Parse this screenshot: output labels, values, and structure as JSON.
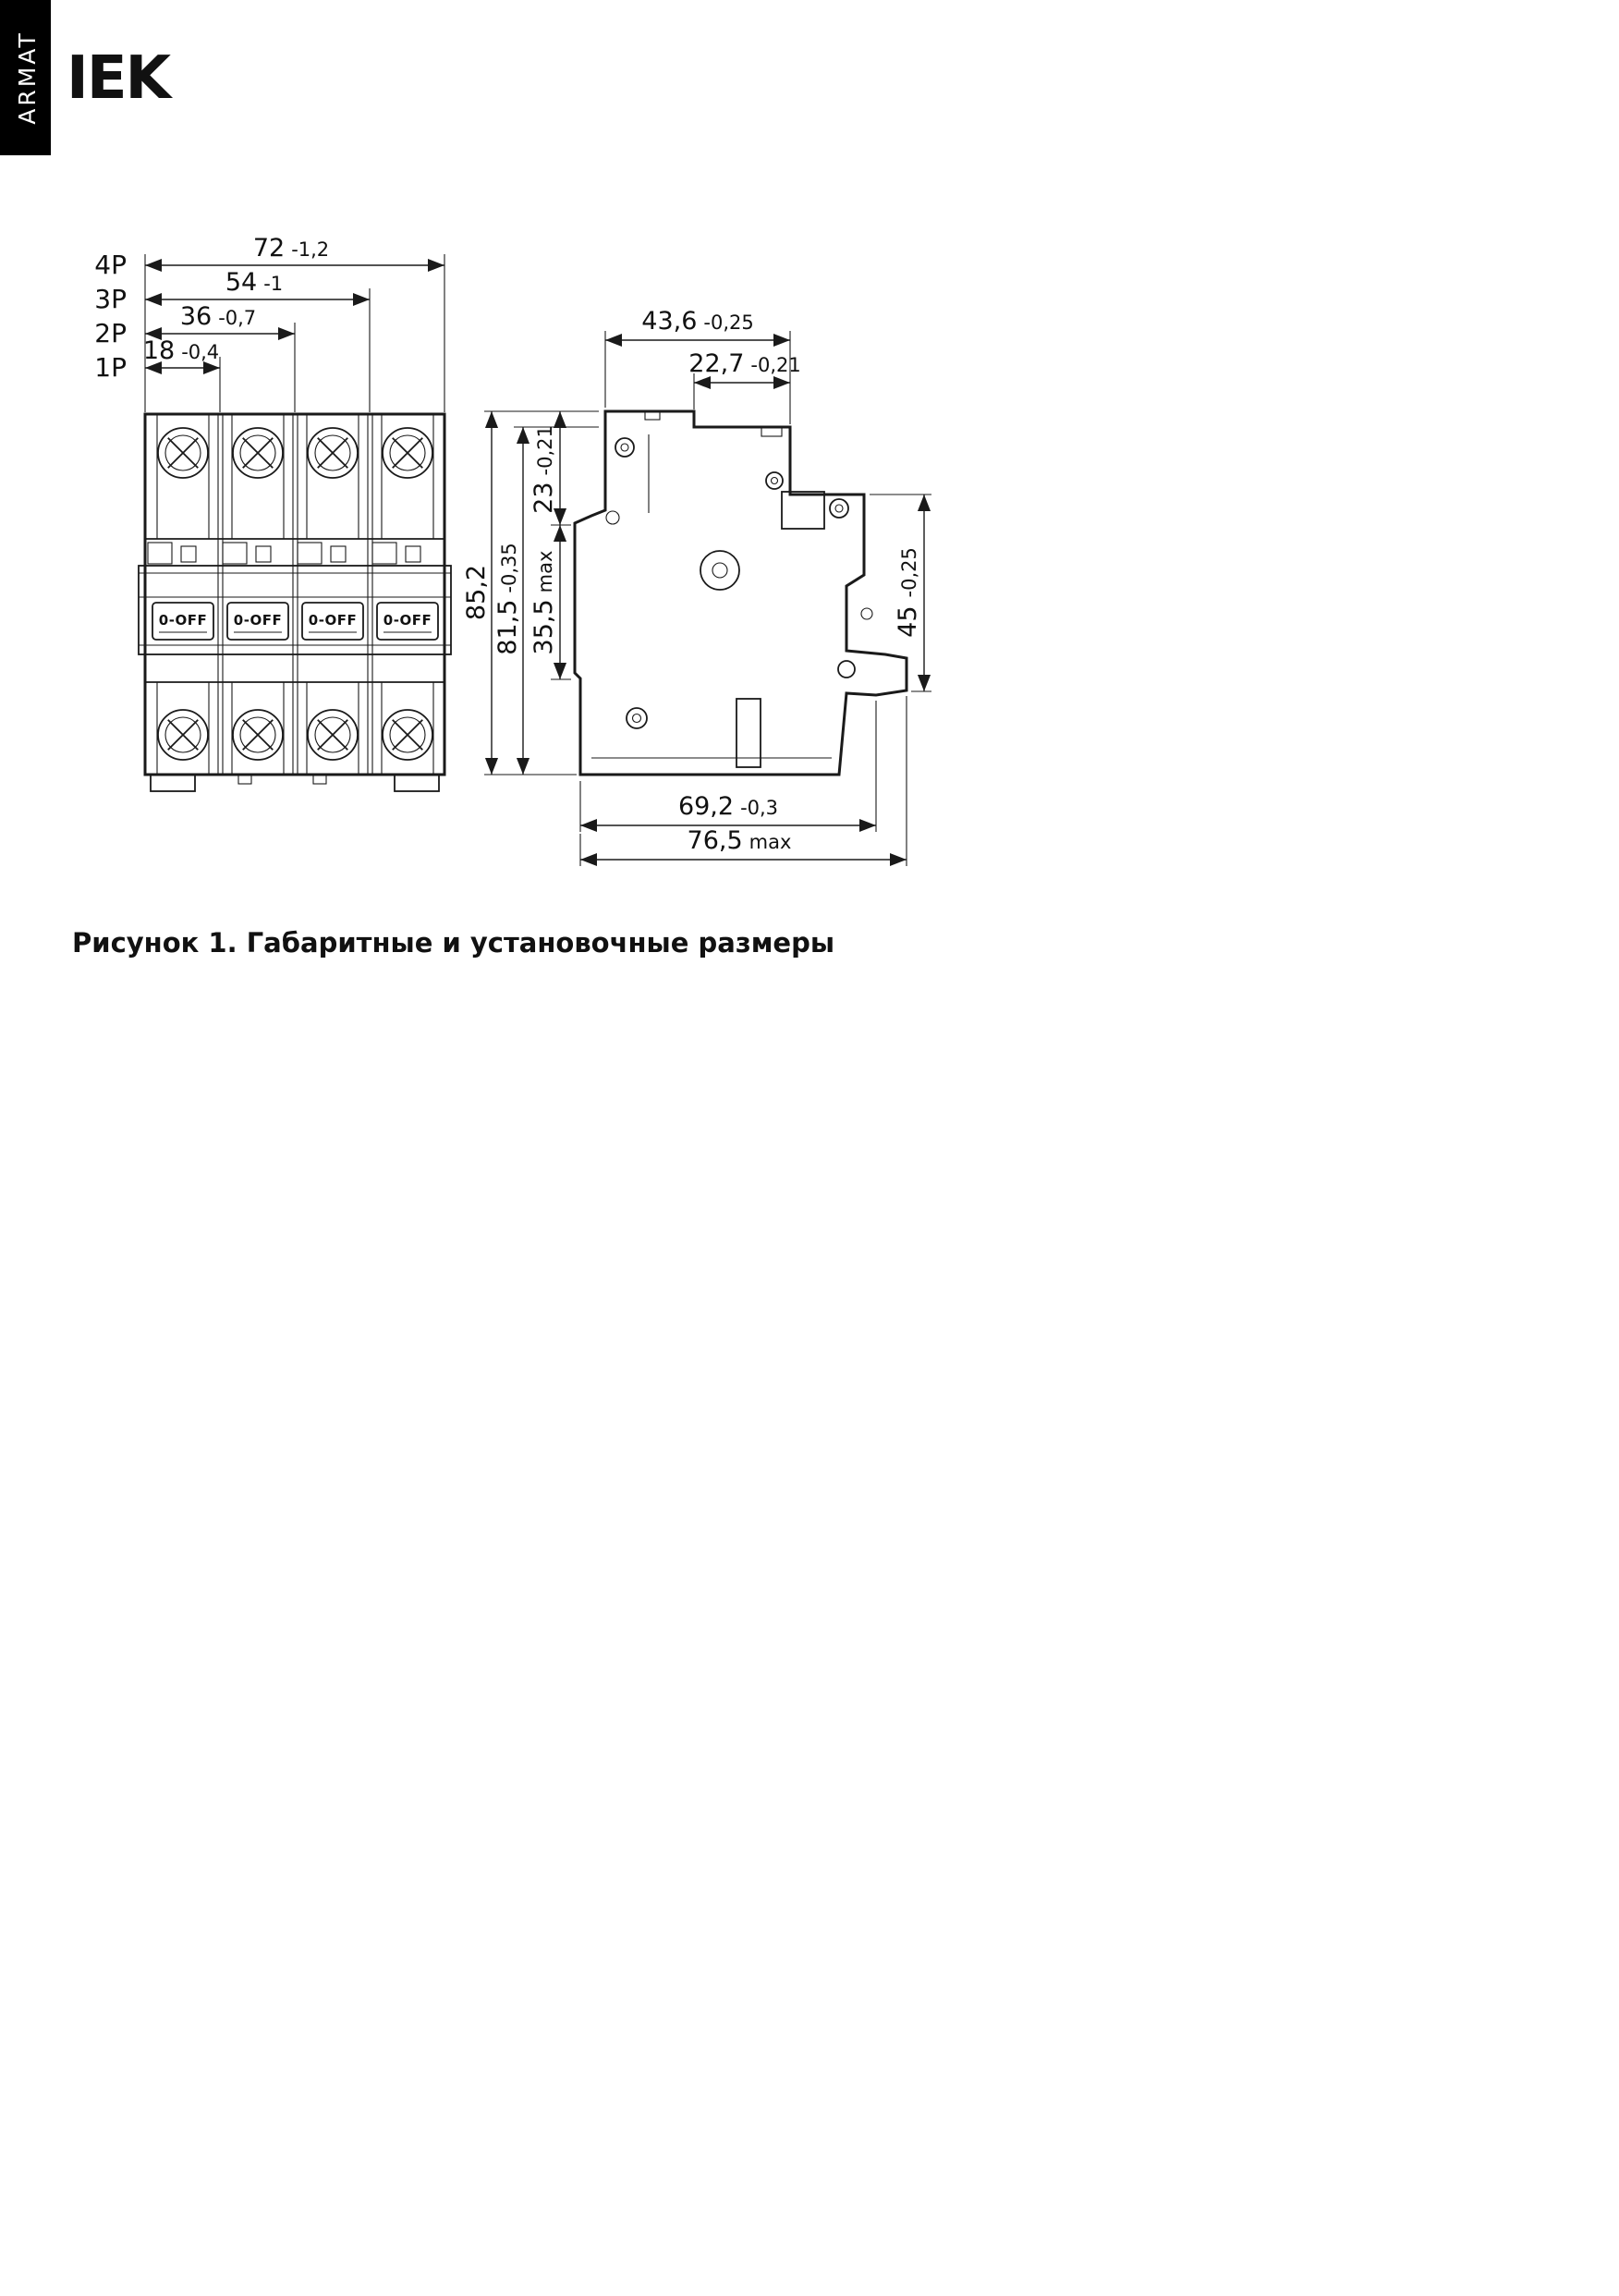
{
  "brand": {
    "sidebar": "ARMAT",
    "logo": "IEK"
  },
  "caption": "Рисунок 1. Габаритные и установочные размеры",
  "front_view": {
    "pole_labels": [
      "4P",
      "3P",
      "2P",
      "1P"
    ],
    "dim_4p": {
      "value": "72",
      "tol": "-1,2"
    },
    "dim_3p": {
      "value": "54",
      "tol": "-1"
    },
    "dim_2p": {
      "value": "36",
      "tol": "-0,7"
    },
    "dim_1p": {
      "value": "18",
      "tol": "-0,4"
    },
    "toggle_label": "0-OFF"
  },
  "side_view": {
    "dim_top_width": {
      "value": "43,6",
      "tol": "-0,25"
    },
    "dim_top_front": {
      "value": "22,7",
      "tol": "-0,21"
    },
    "dim_height_total": {
      "value": "85,2",
      "tol": ""
    },
    "dim_height_body": {
      "value": "81,5",
      "tol": "-0,35"
    },
    "dim_front_top": {
      "value": "23",
      "tol": "-0,21"
    },
    "dim_front_max": {
      "value": "35,5",
      "tol": "max"
    },
    "dim_rail_height": {
      "value": "45",
      "tol": "-0,25"
    },
    "dim_depth_body": {
      "value": "69,2",
      "tol": "-0,3"
    },
    "dim_depth_max": {
      "value": "76,5",
      "tol": "max"
    }
  }
}
